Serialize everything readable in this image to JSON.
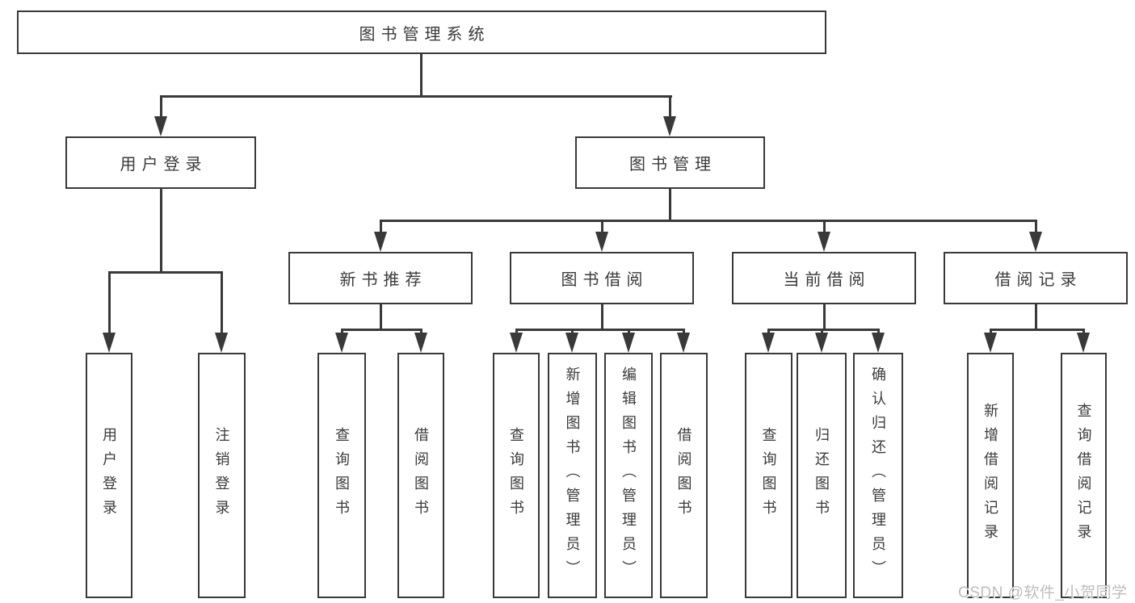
{
  "diagram": {
    "title_node": {
      "label": "图书管理系统"
    },
    "branches": [
      {
        "label": "用户登录",
        "children": [
          "用户登录",
          "注销登录"
        ]
      },
      {
        "label": "图书管理",
        "sections": [
          {
            "label": "新书推荐",
            "children": [
              "查询图书",
              "借阅图书"
            ]
          },
          {
            "label": "图书借阅",
            "children": [
              "查询图书",
              "新增图书（管理员）",
              "编辑图书（管理员）",
              "借阅图书"
            ]
          },
          {
            "label": "当前借阅",
            "children": [
              "查询图书",
              "归还图书",
              "确认归还（管理员）"
            ]
          },
          {
            "label": "借阅记录",
            "children": [
              "新增借阅记录",
              "查询借阅记录"
            ]
          }
        ]
      }
    ],
    "watermark": "CSDN @软件_小贺同学",
    "colors": {
      "line": "#39393b",
      "text": "#3a3a3c",
      "watermark": "#bdbdbf",
      "background": "#ffffff"
    }
  }
}
